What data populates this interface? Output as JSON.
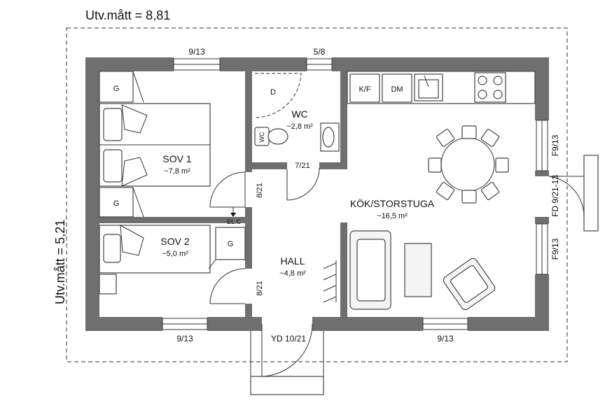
{
  "dimensions": {
    "width_label": "Utv.mått = 8,81",
    "height_label": "Utv.mått = 5,21"
  },
  "rooms": {
    "sov1": {
      "name": "SOV 1",
      "area": "~7,8 m²"
    },
    "sov2": {
      "name": "SOV 2",
      "area": "~5,0 m²"
    },
    "wc": {
      "name": "WC",
      "area": "~2,8 m²"
    },
    "hall": {
      "name": "HALL",
      "area": "~4,8 m²"
    },
    "kok": {
      "name": "KÖK/STORSTUGA",
      "area": "~16,5 m²"
    }
  },
  "windows": {
    "top_left": "9/13",
    "top_mid": "5/8",
    "bottom_left": "9/13",
    "bottom_right": "9/13",
    "right_top": "F9/13",
    "right_bottom": "F9/13"
  },
  "doors": {
    "wc": "7/21",
    "sov1": "8/21",
    "sov2": "8/21",
    "entry": "YD 10/21",
    "patio": "FD 9/21-13"
  },
  "fixtures": {
    "wardrobe": "G",
    "fridge": "K/F",
    "dishwasher": "DM",
    "shower": "D",
    "toilet": "WC",
    "electrical": "EL.C"
  }
}
